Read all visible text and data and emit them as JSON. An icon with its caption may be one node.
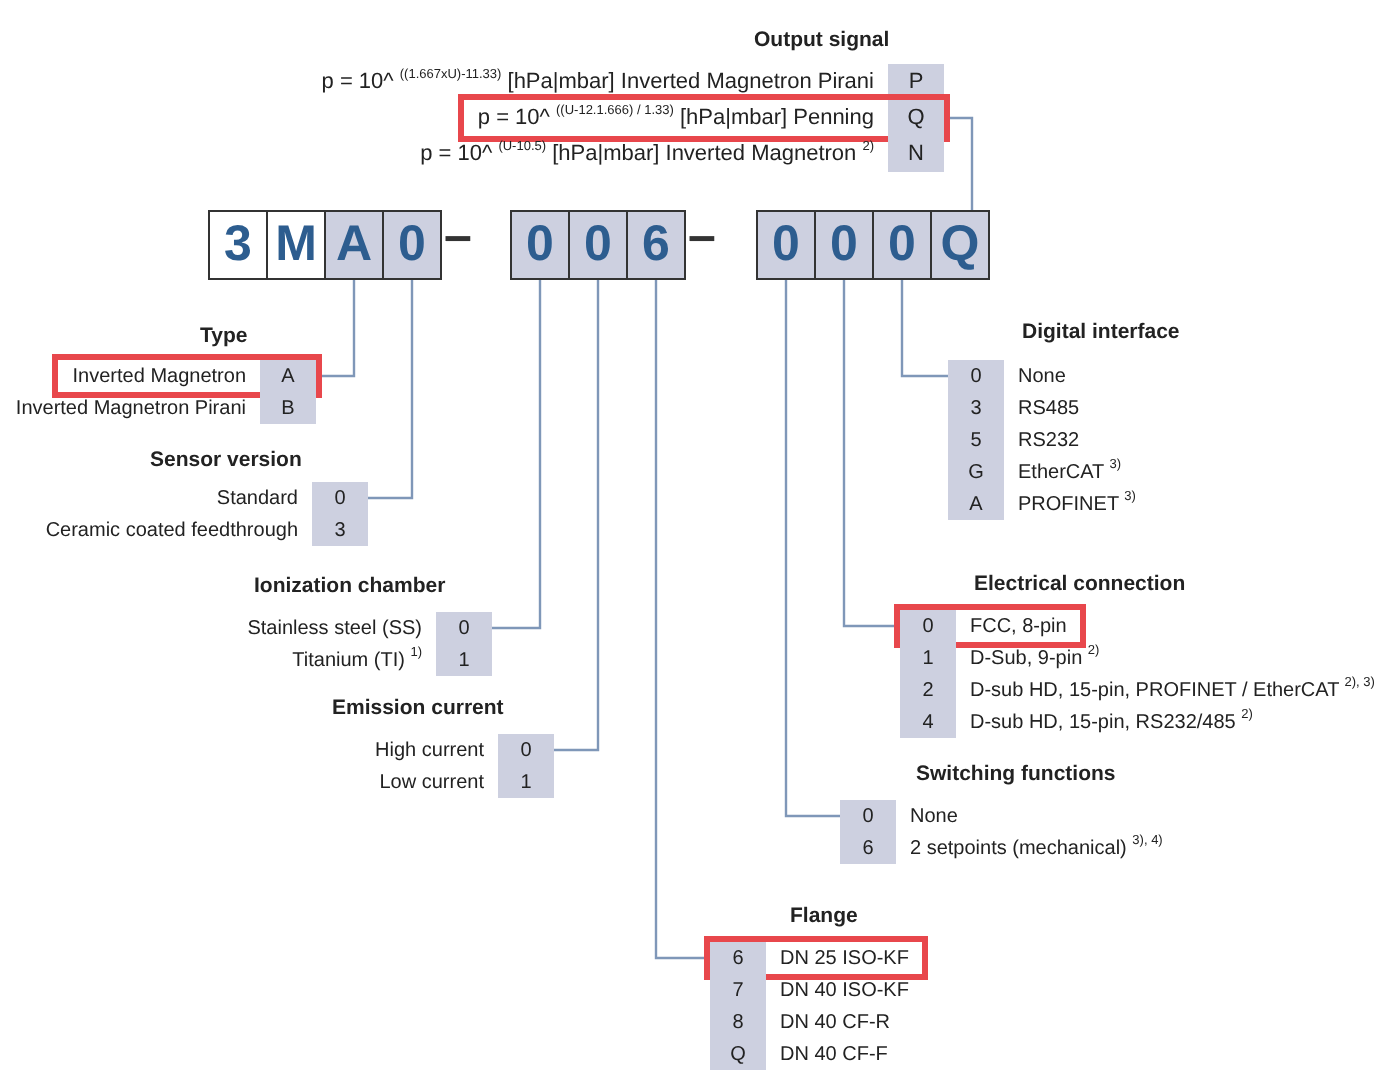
{
  "diagram": {
    "nodes": [
      {
        "text": [
          "Output signal"
        ]
      },
      {
        "text": [
          "p = 10^ $^{((1.667xU)-11.33)}$ [hPa|mbar] Inverted Magnetron Pirani",
          "P"
        ],
        "in": 0
      },
      {
        "text": [
          "p = 10^ $^{((U-12.1.666) / 1.33)}$ [hPa|mbar] Penning",
          "Q"
        ],
        "in": 0
      },
      {
        "text": [
          "p = 10^ $^{(U-10.5)}$ [hPa|mbar] Inverted Magnetron $^{2)}$",
          "N"
        ],
        "in": 0
      },
      {
        "text": [
          "3"
        ]
      },
      {
        "text": [
          "M"
        ]
      },
      {
        "text": [
          "A"
        ]
      },
      {
        "text": [
          "0"
        ]
      },
      {
        "text": [
          "0"
        ]
      },
      {
        "text": [
          "0"
        ]
      },
      {
        "text": [
          "6"
        ]
      },
      {
        "text": [
          "0"
        ]
      },
      {
        "text": [
          "0"
        ]
      },
      {
        "text": [
          "0"
        ]
      },
      {
        "text": [
          "Q"
        ]
      },
      {
        "text": [
          "Type"
        ]
      },
      {
        "text": [
          "Inverted Magnetron",
          "A"
        ],
        "in": 15
      },
      {
        "text": [
          "Inverted Magnetron Pirani",
          "B"
        ],
        "in": 15
      },
      {
        "text": [
          "Digital interface"
        ]
      },
      {
        "text": [
          "0",
          "None"
        ],
        "in": 18
      },
      {
        "text": [
          "3",
          "RS485"
        ],
        "in": 18
      },
      {
        "text": [
          "5",
          "RS232"
        ],
        "in": 18
      },
      {
        "text": [
          "G",
          "EtherCAT $^{3)}$"
        ],
        "in": 18
      },
      {
        "text": [
          "A",
          "PROFINET $^{3)}$"
        ],
        "in": 18
      },
      {
        "text": [
          "Sensor version"
        ]
      },
      {
        "text": [
          "Standard",
          "0"
        ],
        "in": 24
      },
      {
        "text": [
          "Ceramic coated feedthrough",
          "3"
        ],
        "in": 24
      },
      {
        "text": [
          "Ionization chamber"
        ]
      },
      {
        "text": [
          "Stainless steel (SS)",
          "0"
        ],
        "in": 27
      },
      {
        "text": [
          "Titanium (TI) $^{1)}$",
          "1"
        ],
        "in": 27
      },
      {
        "text": [
          "Electrical connection"
        ]
      },
      {
        "text": [
          "0",
          "FCC, 8-pin"
        ],
        "in": 30
      },
      {
        "text": [
          "1",
          "D-Sub, 9-pin $^{2)}$"
        ],
        "in": 30
      },
      {
        "text": [
          "2",
          "D-sub HD, 15-pin, PROFINET / EtherCAT $^{2), 3)}$"
        ],
        "in": 30
      },
      {
        "text": [
          "4",
          "D-sub HD, 15-pin, RS232/485 $^{2)}$"
        ],
        "in": 30
      },
      {
        "text": [
          "Emission current"
        ]
      },
      {
        "text": [
          "High current",
          "0"
        ],
        "in": 35
      },
      {
        "text": [
          "Low current",
          "1"
        ],
        "in": 35
      },
      {
        "text": [
          "Switching functions"
        ]
      },
      {
        "text": [
          "0",
          "None"
        ],
        "in": 38
      },
      {
        "text": [
          "6",
          "2 setpoints (mechanical) $^{3), 4)}$"
        ],
        "in": 38
      },
      {
        "text": [
          "Flange"
        ]
      },
      {
        "text": [
          "6",
          "DN 25 ISO-KF"
        ],
        "in": 41
      },
      {
        "text": [
          "7",
          "DN 40 ISO-KF"
        ],
        "in": 41
      },
      {
        "text": [
          "8",
          "DN 40 CF-R"
        ],
        "in": 41
      },
      {
        "text": [
          "Q",
          "DN 40 CF-F"
        ],
        "in": 41
      }
    ],
    "edges": [
      {
        "from": 14,
        "to": 2,
        "arrow": "none"
      },
      {
        "from": 6,
        "to": 16,
        "arrow": "none"
      },
      {
        "from": 7,
        "to": 25,
        "arrow": "none"
      },
      {
        "from": 8,
        "to": 28,
        "arrow": "none"
      },
      {
        "from": 9,
        "to": 36,
        "arrow": "none"
      },
      {
        "from": 10,
        "to": 42,
        "arrow": "none"
      },
      {
        "from": 11,
        "to": 39,
        "arrow": "none"
      },
      {
        "from": 12,
        "to": 31,
        "arrow": "none"
      },
      {
        "from": 13,
        "to": 19,
        "arrow": "none"
      }
    ],
    "labels": [
      "–",
      "–"
    ]
  }
}
